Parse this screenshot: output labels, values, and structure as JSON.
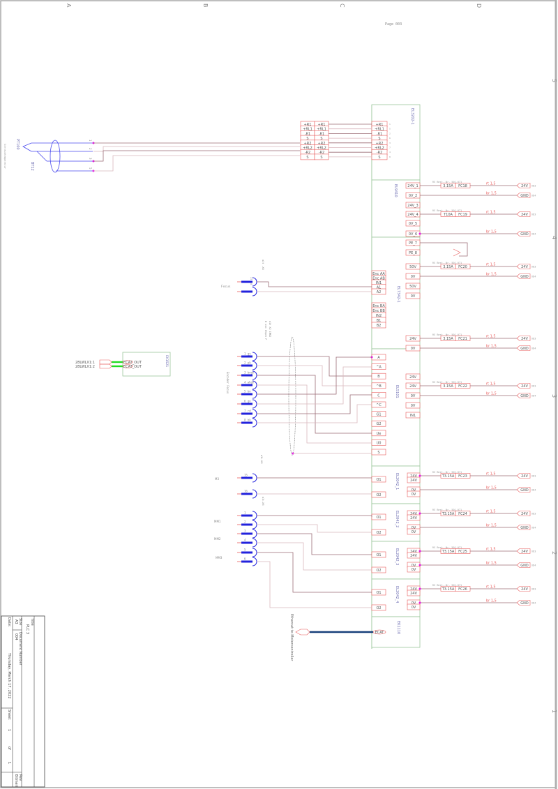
{
  "page": {
    "page_label": "Page 003",
    "column_markers": [
      "A",
      "B",
      "C",
      "D"
    ],
    "row_markers": [
      "5",
      "4",
      "3",
      "2",
      "1"
    ]
  },
  "title_block": {
    "title_label": "Title",
    "title_value": "PLC 3",
    "size_label": "Size",
    "size_value": "A3",
    "docnum_label": "Document Number",
    "docnum_value": "004",
    "rev_label": "Rev",
    "rev_value": "Bitmeri",
    "date_label": "Date:",
    "date_value": "Thursday, March 17, 2022",
    "sheet_label": "Sheet",
    "sheet_value": "1",
    "of_label": "of",
    "of_value": "1"
  },
  "sensor": {
    "name": "PT100",
    "tag": "BT12",
    "desc": "Schraubtemperatur",
    "pins": [
      "1",
      "2",
      "3",
      "5"
    ]
  },
  "connector_block": {
    "left": [
      "+R1",
      "+RL1",
      "-R1",
      "S",
      "+R2",
      "+RL2",
      "-R2",
      "S"
    ],
    "right": [
      "+R1",
      "+RL1",
      "-R1",
      "S",
      "+R2",
      "+RL2",
      "-R2",
      "S"
    ]
  },
  "modules": [
    {
      "id": "EL3202-1",
      "left_pins": [
        "+R1",
        "+RL1",
        "-R1",
        "S",
        "+R2",
        "+RL2",
        "-R2",
        "S"
      ],
      "pin_numbers": [
        "1",
        "5",
        "2",
        "6",
        "3",
        "7",
        "4",
        "8"
      ]
    },
    {
      "id": "EL9410",
      "right_pins": [
        "24V_1",
        "0V_2",
        "24V_3",
        "24V_4",
        "0V_5",
        "0V_6",
        "PE_7",
        "PE_8"
      ]
    },
    {
      "id": "EL7342-1",
      "left_pins": [
        "Enc AA",
        "Enc AB",
        "IN1",
        "A1",
        "A2",
        "Enc BA",
        "Enc BB",
        "IN2",
        "B1",
        "B2"
      ],
      "right_pins": [
        "50V",
        "0V",
        "50V",
        "0V",
        "24V",
        "0V"
      ]
    },
    {
      "id": "EL5101",
      "left_pins": [
        "A",
        "^A",
        "B",
        "^B",
        "C",
        "^C",
        "G1",
        "G2",
        "Ue",
        "U0",
        "S"
      ],
      "right_pins": [
        "24V",
        "24V",
        "0V",
        "0V",
        "IN1"
      ]
    },
    {
      "id": "EL2042_1",
      "left_pins": [
        "O1",
        "O2"
      ],
      "right_pins": [
        "24V",
        "24V",
        "0V",
        "0V"
      ]
    },
    {
      "id": "EL2042_2",
      "left_pins": [
        "O1",
        "O2"
      ],
      "right_pins": [
        "24V",
        "24V",
        "0V",
        "0V"
      ]
    },
    {
      "id": "EL2042_3",
      "left_pins": [
        "O1",
        "O2"
      ],
      "right_pins": [
        "24V",
        "24V",
        "0V",
        "0V"
      ]
    },
    {
      "id": "EL2042_4",
      "left_pins": [
        "O1",
        "O2"
      ],
      "right_pins": [
        "24V",
        "24V",
        "0V",
        "0V"
      ]
    },
    {
      "id": "EK1110",
      "port": "ECAT"
    }
  ],
  "fuses": [
    {
      "order": "RS Best.-Nr. 501-071",
      "rating": "3.15A",
      "name": "FC18",
      "wire24": "rt 1,5",
      "wire0": "br 1,5"
    },
    {
      "order": "RS Best.-Nr. 501-071",
      "rating": "T10A",
      "name": "FC19",
      "wire24": "rt 1,5",
      "wire0": "br 1,5"
    },
    {
      "order": "RS Best.-Nr. 501-071",
      "rating": "3.15A",
      "name": "FC20",
      "wire24": "rt 1,5",
      "wire0": "br 1,5"
    },
    {
      "order": "RS Best.-Nr. 501-071",
      "rating": "3.15A",
      "name": "FC21",
      "wire24": "rt 1,5",
      "wire0": "br 1,5"
    },
    {
      "order": "RS Best.-Nr. 501-071",
      "rating": "3.15A",
      "name": "FC22",
      "wire24": "rt 1,5",
      "wire0": "br 1,5"
    },
    {
      "order": "RS Best.-Nr. 501-071",
      "rating": "T3.15A",
      "name": "FC23",
      "wire24": "rt 1,5",
      "wire0": "br 1,5"
    },
    {
      "order": "RS Best.-Nr. 501-071",
      "rating": "T3.15A",
      "name": "FC24",
      "wire24": "rt 1,5",
      "wire0": "br 1,5"
    },
    {
      "order": "RS Best.-Nr. 501-071",
      "rating": "T3.15A",
      "name": "FC25",
      "wire24": "rt 1,5",
      "wire0": "br 1,5"
    },
    {
      "order": "RS Best.-Nr. 501-071",
      "rating": "T3.15A",
      "name": "FC26",
      "wire24": "rt 1,5",
      "wire0": "br 1,5"
    }
  ],
  "rails": {
    "plus": "24V",
    "gnd": "GND",
    "plus_ref": "XD3",
    "gnd_ref": "XD4"
  },
  "focus": {
    "label": "Focus",
    "cable": "a1t -X6",
    "pins": [
      "17",
      "18"
    ]
  },
  "encoder": {
    "label": "Encoder Focus",
    "cable": "a1t X2 IMK2",
    "cable2": "D sub 15pol F",
    "pins": [
      "1 gy",
      "2 pk",
      "3 bngn",
      "4 whgn",
      "5 bn",
      "6 gn",
      "7 rd",
      "8 bk"
    ]
  },
  "outputs": {
    "cable_a": "a1t -X6",
    "cable_b": "a1t -X6",
    "m3_label": "M3",
    "m3_pins": [
      "15",
      "16"
    ],
    "mm_labels": [
      "MM1",
      "MM2",
      "MM3"
    ],
    "mm_pins": [
      "1",
      "2",
      "3",
      "4",
      "5",
      "6"
    ]
  },
  "ek1521": {
    "id": "EK1521",
    "inputs": [
      "28LWLX1:1",
      "28LWLX1:2"
    ],
    "ports": [
      "ECAT_OUT",
      "ECAT_OUT"
    ]
  },
  "ethercat": {
    "label": "Ethercat to Motorcontroller"
  },
  "colors": {
    "frame": "#a8a8a8",
    "module_border": "#9cc79c",
    "pin_box": "#e85a5a",
    "wire_dark": "#9b6b75",
    "wire_light": "#d9b7bd",
    "junction": "#e619e6",
    "blue": "#2222dd",
    "label_blue": "#6a6ab0",
    "gray_text": "#8a8a8a",
    "ecat_green": "#22dd22",
    "ecat_blue": "#173f7a"
  }
}
